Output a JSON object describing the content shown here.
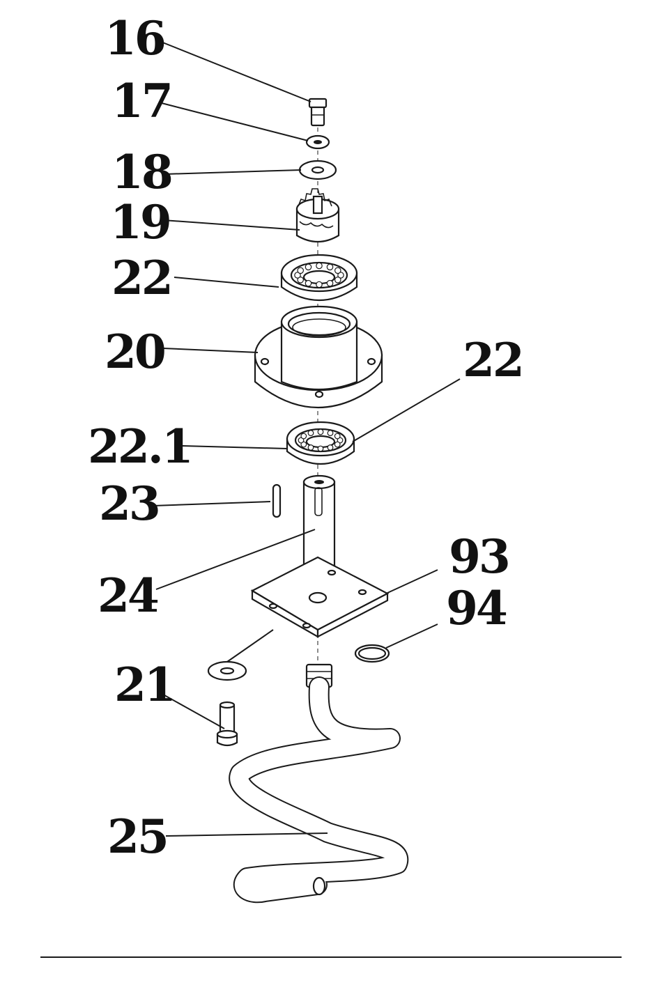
{
  "callouts": {
    "c16": "16",
    "c17": "17",
    "c18": "18",
    "c19": "19",
    "c22a": "22",
    "c20": "20",
    "c22b": "22",
    "c22_1": "22.1",
    "c23": "23",
    "c24": "24",
    "c93": "93",
    "c94": "94",
    "c21": "21",
    "c25": "25"
  },
  "colors": {
    "ink": "#1a1a1a",
    "paper": "#ffffff"
  }
}
